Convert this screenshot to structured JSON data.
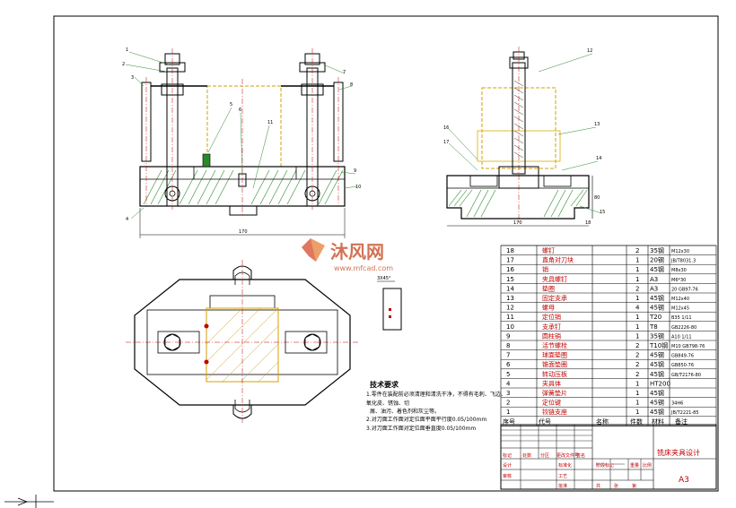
{
  "watermark": {
    "brand": "沐风网",
    "url": "www.mfcad.com"
  },
  "tech_requirements": {
    "title": "技术要求",
    "lines": [
      "1.零件在装配前必须清理和清洗干净，不得有毛刺、飞边、",
      "氧化皮、锈蚀、切",
      "屑、油污、着色剂和灰尘等。",
      "2.对刀面工作面对定位面平面平行度0.05/100mm",
      "3.对刀面工作面对定位面垂直度0.05/100mm"
    ]
  },
  "bom": {
    "rows": [
      {
        "no": "18",
        "name": "螺钉",
        "qty": "2",
        "mat": "35钢",
        "note": "M12x30"
      },
      {
        "no": "17",
        "name": "直角对刀块",
        "qty": "1",
        "mat": "20钢",
        "note": "JB/T8031.3"
      },
      {
        "no": "16",
        "name": "销",
        "qty": "1",
        "mat": "45钢",
        "note": "M8x30"
      },
      {
        "no": "15",
        "name": "夹具螺钉",
        "qty": "1",
        "mat": "A3",
        "note": "M6*30"
      },
      {
        "no": "14",
        "name": "垫圈",
        "qty": "2",
        "mat": "A3",
        "note": "20 GB97-76"
      },
      {
        "no": "13",
        "name": "固定支承",
        "qty": "1",
        "mat": "45钢",
        "note": "M12x40"
      },
      {
        "no": "12",
        "name": "螺母",
        "qty": "4",
        "mat": "45钢",
        "note": "M12x45"
      },
      {
        "no": "11",
        "name": "定位销",
        "qty": "1",
        "mat": "T20",
        "note": "B35 1/11"
      },
      {
        "no": "10",
        "name": "支承钉",
        "qty": "1",
        "mat": "T8",
        "note": "GB2226-80"
      },
      {
        "no": "9",
        "name": "圆柱销",
        "qty": "1",
        "mat": "35钢",
        "note": "A10 1/11"
      },
      {
        "no": "8",
        "name": "活节螺栓",
        "qty": "2",
        "mat": "T10钢",
        "note": "M10 GB798-76"
      },
      {
        "no": "7",
        "name": "球面垫圈",
        "qty": "2",
        "mat": "45钢",
        "note": "GB849-76"
      },
      {
        "no": "6",
        "name": "锥面垫圈",
        "qty": "2",
        "mat": "45钢",
        "note": "GB850-76"
      },
      {
        "no": "5",
        "name": "转动压板",
        "qty": "2",
        "mat": "45钢",
        "note": "GB/T2176-80"
      },
      {
        "no": "4",
        "name": "夹具体",
        "qty": "1",
        "mat": "HT200",
        "note": ""
      },
      {
        "no": "3",
        "name": "弹簧垫片",
        "qty": "1",
        "mat": "45钢",
        "note": ""
      },
      {
        "no": "2",
        "name": "定位键",
        "qty": "1",
        "mat": "45钢",
        "note": "34H6"
      },
      {
        "no": "1",
        "name": "铰链支座",
        "qty": "1",
        "mat": "45钢",
        "note": "JB/T2221-85"
      }
    ],
    "header": {
      "no": "序号",
      "code": "代号",
      "name": "名称",
      "qty": "件数",
      "mat": "材料",
      "note": "备注"
    }
  },
  "title_block": {
    "title": "铣床夹具设计",
    "size": "A3",
    "labels": {
      "mark": "标记",
      "count": "处数",
      "zone": "分区",
      "change_no": "更改文件号",
      "sign": "签名",
      "date": "年月日",
      "design": "设计",
      "standard": "标准化",
      "check": "审核",
      "process": "工艺",
      "approve": "批准",
      "stage": "阶段标记",
      "weight": "重量",
      "scale": "比例",
      "sheet_total": "共",
      "sheet": "张",
      "sheet_no": "第"
    }
  },
  "views": {
    "front_dims": {
      "width": "170"
    },
    "side_dims": {
      "width": "170",
      "height": "80"
    },
    "balloons_front": [
      "1",
      "2",
      "3",
      "4",
      "5",
      "6",
      "7",
      "8",
      "9",
      "10",
      "11"
    ],
    "balloons_side": [
      "12",
      "13",
      "14",
      "15",
      "16",
      "17",
      "18"
    ]
  },
  "detail": {
    "label": "3X45°"
  },
  "colors": {
    "line": "#000000",
    "center": "#c00000",
    "hidden": "#d4a000",
    "hatch": "#2a8a2a",
    "gold": "#d6b000"
  }
}
